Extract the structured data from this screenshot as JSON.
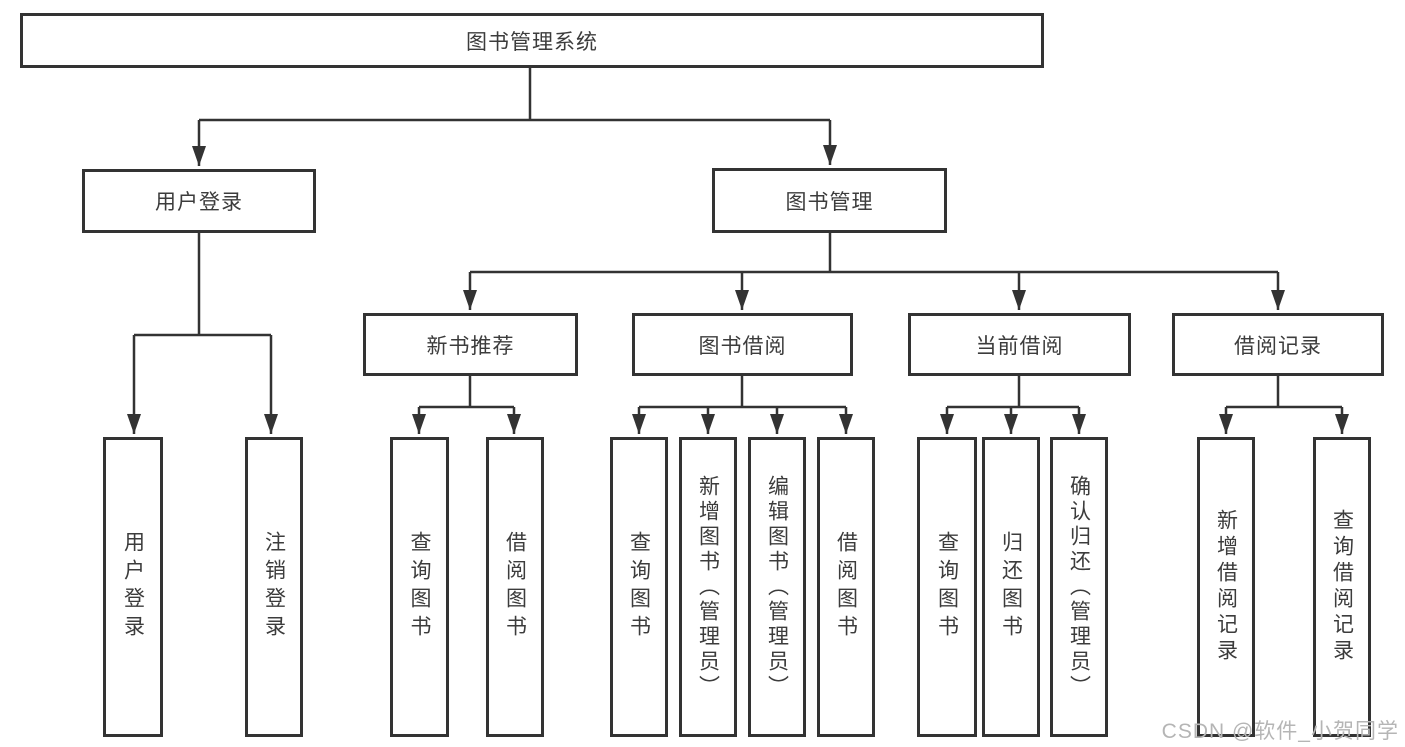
{
  "diagram": {
    "title": "图书管理系统",
    "type": "hierarchy-tree",
    "colors": {
      "line": "#333333",
      "node_border": "#333333",
      "node_fill": "#ffffff",
      "text": "#3c3c3c",
      "watermark_text": "#b5b5b5"
    },
    "tree": {
      "label": "图书管理系统",
      "children": [
        {
          "label": "用户登录",
          "children": [
            {
              "label": "用户登录"
            },
            {
              "label": "注销登录"
            }
          ]
        },
        {
          "label": "图书管理",
          "children": [
            {
              "label": "新书推荐",
              "children": [
                {
                  "label": "查询图书"
                },
                {
                  "label": "借阅图书"
                }
              ]
            },
            {
              "label": "图书借阅",
              "children": [
                {
                  "label": "查询图书"
                },
                {
                  "label": "新增图书（管理员）"
                },
                {
                  "label": "编辑图书（管理员）"
                },
                {
                  "label": "借阅图书"
                }
              ]
            },
            {
              "label": "当前借阅",
              "children": [
                {
                  "label": "查询图书"
                },
                {
                  "label": "归还图书"
                },
                {
                  "label": "确认归还（管理员）"
                }
              ]
            },
            {
              "label": "借阅记录",
              "children": [
                {
                  "label": "新增借阅记录"
                },
                {
                  "label": "查询借阅记录"
                }
              ]
            }
          ]
        }
      ]
    }
  },
  "watermark": {
    "text": "CSDN @软件_小贺同学"
  }
}
